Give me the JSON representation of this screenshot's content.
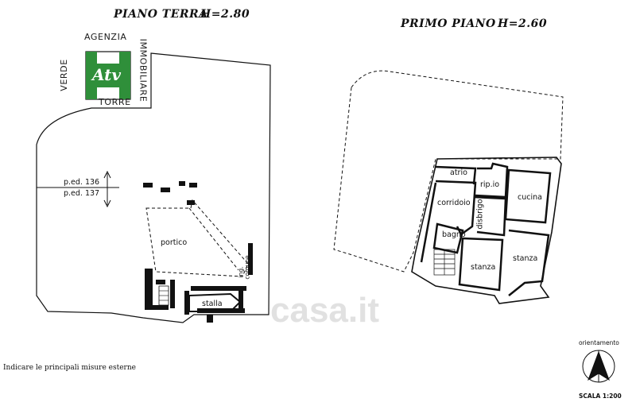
{
  "ground_floor": {
    "title": "PIANO TERRA",
    "height_label": "H=2.80",
    "ped_136": "p.ed. 136",
    "ped_137": "p.ed. 137",
    "rooms": {
      "portico": "portico",
      "stalla": "stalla",
      "ing_comune_1": "ing.",
      "ing_comune_2": "comune"
    }
  },
  "first_floor": {
    "title": "PRIMO PIANO",
    "height_label": "H=2.60",
    "rooms": {
      "atrio": "atrio",
      "ripostiglio": "rip.io",
      "cucina": "cucina",
      "corridoio": "corridoio",
      "disbrigo": "disbrigo",
      "bagno": "bagno",
      "stanza_1": "stanza",
      "stanza_2": "stanza"
    }
  },
  "logo": {
    "top": "AGENZIA",
    "right": "IMMOBILIARE",
    "bottom": "TORRE",
    "left": "VERDE",
    "mark": "Atv",
    "color": "#2f8f3a"
  },
  "note": "Indicare le principali misure esterne",
  "orientation_label": "orientamento",
  "scale_label": "SCALA 1:200",
  "watermark": "casa.it"
}
